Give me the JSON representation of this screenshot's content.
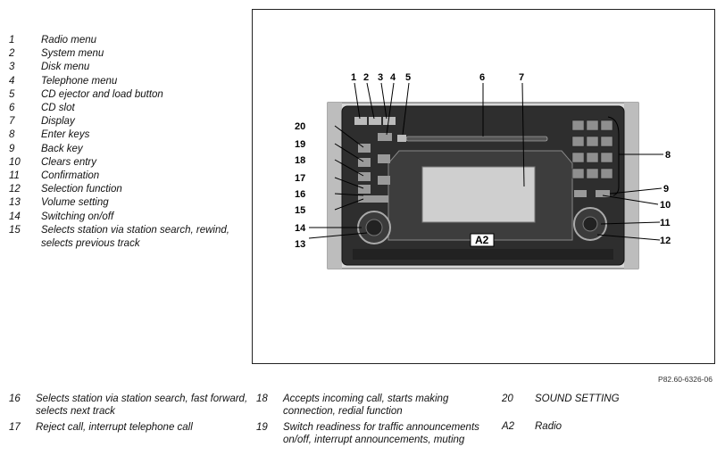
{
  "legend": [
    {
      "num": "1",
      "text": "Radio menu"
    },
    {
      "num": "2",
      "text": "System menu"
    },
    {
      "num": "3",
      "text": "Disk menu"
    },
    {
      "num": "4",
      "text": "Telephone menu"
    },
    {
      "num": "5",
      "text": "CD ejector and load button"
    },
    {
      "num": "6",
      "text": "CD slot"
    },
    {
      "num": "7",
      "text": "Display"
    },
    {
      "num": "8",
      "text": "Enter keys"
    },
    {
      "num": "9",
      "text": "Back key"
    },
    {
      "num": "10",
      "text": "Clears entry"
    },
    {
      "num": "11",
      "text": "Confirmation"
    },
    {
      "num": "12",
      "text": "Selection function"
    },
    {
      "num": "13",
      "text": "Volume setting"
    },
    {
      "num": "14",
      "text": "Switching on/off"
    },
    {
      "num": "15",
      "text": "Selects station via station search, rewind, selects previous track"
    }
  ],
  "bottom": {
    "col1": [
      {
        "num": "16",
        "text": "Selects station via station search, fast forward, selects next track"
      },
      {
        "num": "17",
        "text": "Reject call, interrupt telephone call"
      }
    ],
    "col2": [
      {
        "num": "18",
        "text": "Accepts incoming call, starts making connection, redial function"
      },
      {
        "num": "19",
        "text": "Switch readiness for traffic announcements on/off, interrupt announcements, muting"
      }
    ],
    "col3": [
      {
        "num": "20",
        "text": "SOUND SETTING"
      },
      {
        "num": "A2",
        "text": "Radio"
      }
    ]
  },
  "figure": {
    "ref": "P82.60-6326-06",
    "unit_label": "A2",
    "callouts": [
      "1",
      "2",
      "3",
      "4",
      "5",
      "6",
      "7",
      "8",
      "9",
      "10",
      "11",
      "12",
      "13",
      "14",
      "15",
      "16",
      "17",
      "18",
      "19",
      "20"
    ]
  }
}
